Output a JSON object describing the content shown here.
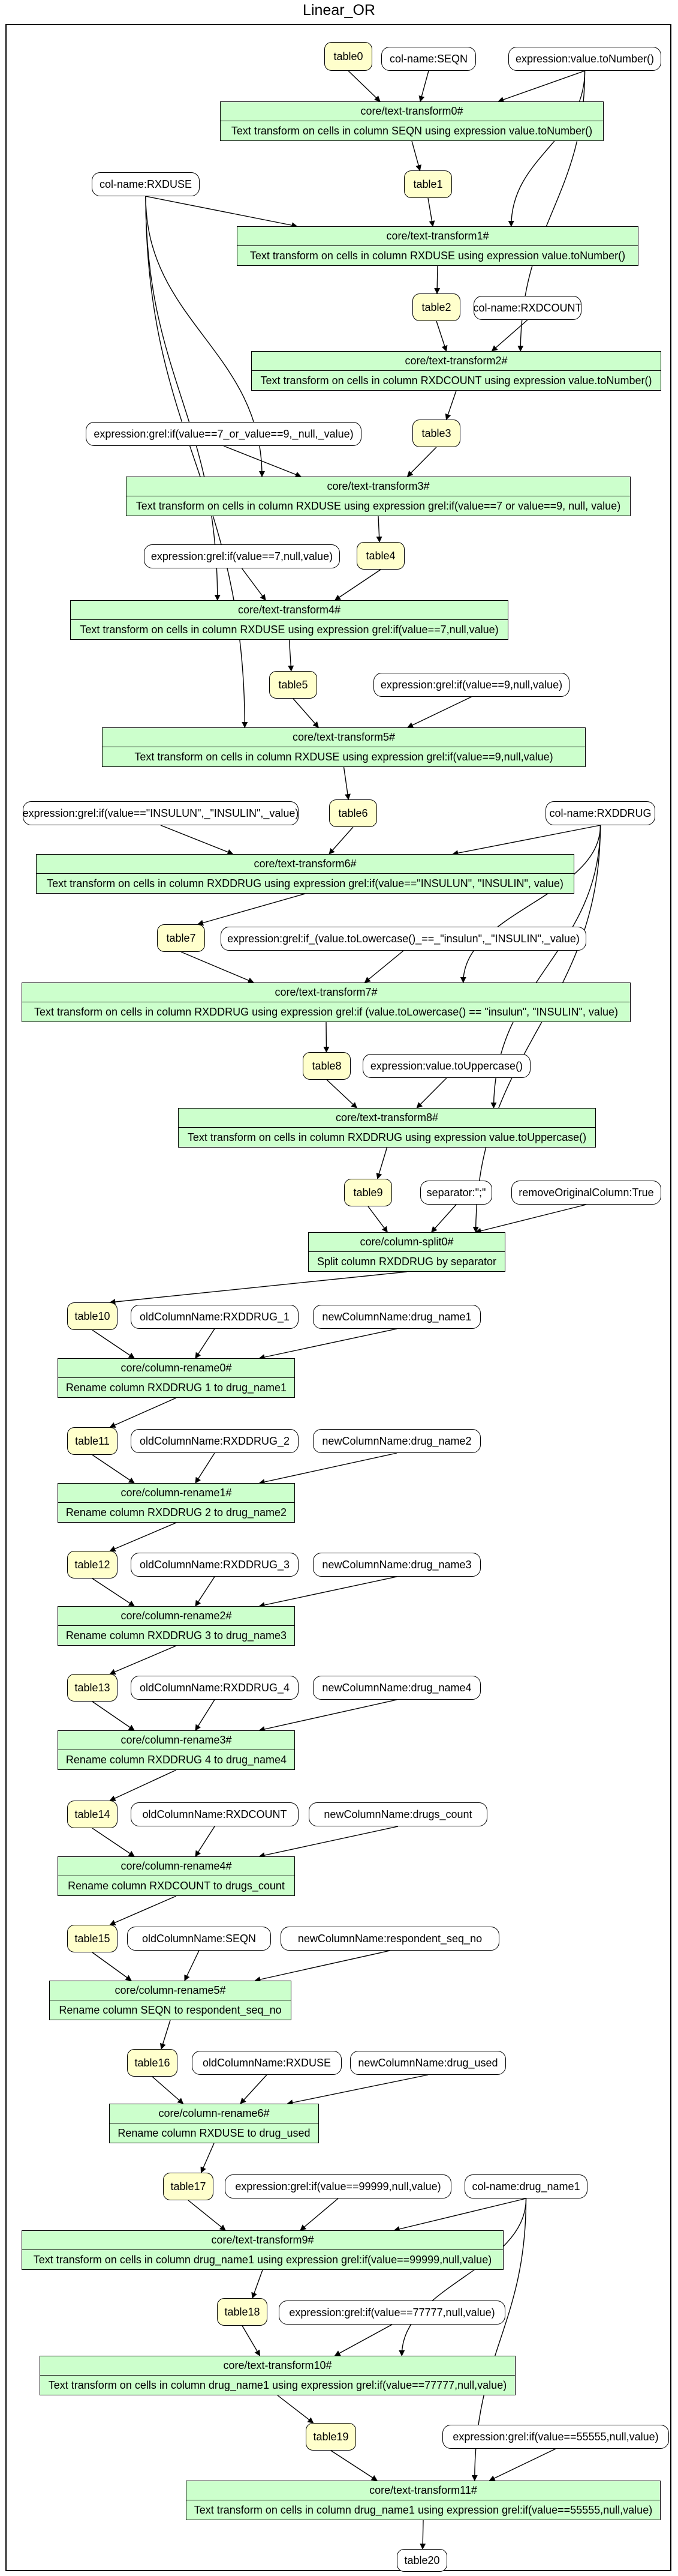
{
  "title": "Linear_OR",
  "tables": {
    "t0": "table0",
    "t1": "table1",
    "t2": "table2",
    "t3": "table3",
    "t4": "table4",
    "t5": "table5",
    "t6": "table6",
    "t7": "table7",
    "t8": "table8",
    "t9": "table9",
    "t10": "table10",
    "t11": "table11",
    "t12": "table12",
    "t13": "table13",
    "t14": "table14",
    "t15": "table15",
    "t16": "table16",
    "t17": "table17",
    "t18": "table18",
    "t19": "table19",
    "t20": "table20"
  },
  "params": {
    "col_seqn": "col-name:SEQN",
    "expr_tonumber": "expression:value.toNumber()",
    "col_rxduse": "col-name:RXDUSE",
    "col_rxdcount": "col-name:RXDCOUNT",
    "expr_7or9": "expression:grel:if(value==7_or_value==9,_null,_value)",
    "expr_7null": "expression:grel:if(value==7,null,value)",
    "expr_9null": "expression:grel:if(value==9,null,value)",
    "expr_insulun": "expression:grel:if(value==\"INSULUN\",_\"INSULIN\",_value)",
    "col_rxddrug": "col-name:RXDDRUG",
    "expr_lowercase": "expression:grel:if_(value.toLowercase()_==_\"insulun\",_\"INSULIN\",_value)",
    "expr_uppercase": "expression:value.toUppercase()",
    "separator": "separator:\";\"",
    "remove_original": "removeOriginalColumn:True",
    "old_rxddrug_1": "oldColumnName:RXDDRUG_1",
    "new_drug_name1": "newColumnName:drug_name1",
    "old_rxddrug_2": "oldColumnName:RXDDRUG_2",
    "new_drug_name2": "newColumnName:drug_name2",
    "old_rxddrug_3": "oldColumnName:RXDDRUG_3",
    "new_drug_name3": "newColumnName:drug_name3",
    "old_rxddrug_4": "oldColumnName:RXDDRUG_4",
    "new_drug_name4": "newColumnName:drug_name4",
    "old_rxdcount": "oldColumnName:RXDCOUNT",
    "new_drugs_count": "newColumnName:drugs_count",
    "old_seqn": "oldColumnName:SEQN",
    "new_respondent": "newColumnName:respondent_seq_no",
    "old_rxduse": "oldColumnName:RXDUSE",
    "new_drug_used": "newColumnName:drug_used",
    "expr_99999": "expression:grel:if(value==99999,null,value)",
    "col_drug_name1": "col-name:drug_name1",
    "expr_77777": "expression:grel:if(value==77777,null,value)",
    "expr_55555": "expression:grel:if(value==55555,null,value)"
  },
  "ops": {
    "tt0": {
      "name": "core/text-transform0#",
      "desc": "Text transform on cells in column SEQN using expression value.toNumber()"
    },
    "tt1": {
      "name": "core/text-transform1#",
      "desc": "Text transform on cells in column RXDUSE using expression value.toNumber()"
    },
    "tt2": {
      "name": "core/text-transform2#",
      "desc": "Text transform on cells in column RXDCOUNT using expression value.toNumber()"
    },
    "tt3": {
      "name": "core/text-transform3#",
      "desc": "Text transform on cells in column RXDUSE using expression grel:if(value==7 or value==9, null, value)"
    },
    "tt4": {
      "name": "core/text-transform4#",
      "desc": "Text transform on cells in column RXDUSE using expression grel:if(value==7,null,value)"
    },
    "tt5": {
      "name": "core/text-transform5#",
      "desc": "Text transform on cells in column RXDUSE using expression grel:if(value==9,null,value)"
    },
    "tt6": {
      "name": "core/text-transform6#",
      "desc": "Text transform on cells in column RXDDRUG using expression grel:if(value==\"INSULUN\", \"INSULIN\", value)"
    },
    "tt7": {
      "name": "core/text-transform7#",
      "desc": "Text transform on cells in column RXDDRUG using expression grel:if (value.toLowercase() == \"insulun\", \"INSULIN\", value)"
    },
    "tt8": {
      "name": "core/text-transform8#",
      "desc": "Text transform on cells in column RXDDRUG using expression value.toUppercase()"
    },
    "split0": {
      "name": "core/column-split0#",
      "desc": "Split column RXDDRUG by separator"
    },
    "ren0": {
      "name": "core/column-rename0#",
      "desc": "Rename column RXDDRUG 1 to drug_name1"
    },
    "ren1": {
      "name": "core/column-rename1#",
      "desc": "Rename column RXDDRUG 2 to drug_name2"
    },
    "ren2": {
      "name": "core/column-rename2#",
      "desc": "Rename column RXDDRUG 3 to drug_name3"
    },
    "ren3": {
      "name": "core/column-rename3#",
      "desc": "Rename column RXDDRUG 4 to drug_name4"
    },
    "ren4": {
      "name": "core/column-rename4#",
      "desc": "Rename column RXDCOUNT to drugs_count"
    },
    "ren5": {
      "name": "core/column-rename5#",
      "desc": "Rename column SEQN to respondent_seq_no"
    },
    "ren6": {
      "name": "core/column-rename6#",
      "desc": "Rename column RXDUSE to drug_used"
    },
    "tt9": {
      "name": "core/text-transform9#",
      "desc": "Text transform on cells in column drug_name1 using expression grel:if(value==99999,null,value)"
    },
    "tt10": {
      "name": "core/text-transform10#",
      "desc": "Text transform on cells in column drug_name1 using expression grel:if(value==77777,null,value)"
    },
    "tt11": {
      "name": "core/text-transform11#",
      "desc": "Text transform on cells in column drug_name1 using expression grel:if(value==55555,null,value)"
    }
  },
  "edges": [
    [
      "t0",
      "tt0"
    ],
    [
      "col_seqn",
      "tt0"
    ],
    [
      "expr_tonumber",
      "tt0"
    ],
    [
      "tt0",
      "t1"
    ],
    [
      "t1",
      "tt1"
    ],
    [
      "col_rxduse",
      "tt1"
    ],
    [
      "expr_tonumber",
      "tt1"
    ],
    [
      "tt1",
      "t2"
    ],
    [
      "t2",
      "tt2"
    ],
    [
      "col_rxdcount",
      "tt2"
    ],
    [
      "expr_tonumber",
      "tt2"
    ],
    [
      "tt2",
      "t3"
    ],
    [
      "expr_7or9",
      "tt3"
    ],
    [
      "t3",
      "tt3"
    ],
    [
      "col_rxduse",
      "tt3"
    ],
    [
      "tt3",
      "t4"
    ],
    [
      "expr_7null",
      "tt4"
    ],
    [
      "t4",
      "tt4"
    ],
    [
      "col_rxduse",
      "tt4"
    ],
    [
      "tt4",
      "t5"
    ],
    [
      "t5",
      "tt5"
    ],
    [
      "expr_9null",
      "tt5"
    ],
    [
      "col_rxduse",
      "tt5"
    ],
    [
      "tt5",
      "t6"
    ],
    [
      "expr_insulun",
      "tt6"
    ],
    [
      "t6",
      "tt6"
    ],
    [
      "col_rxddrug",
      "tt6"
    ],
    [
      "tt6",
      "t7"
    ],
    [
      "t7",
      "tt7"
    ],
    [
      "expr_lowercase",
      "tt7"
    ],
    [
      "col_rxddrug",
      "tt7"
    ],
    [
      "tt7",
      "t8"
    ],
    [
      "t8",
      "tt8"
    ],
    [
      "expr_uppercase",
      "tt8"
    ],
    [
      "col_rxddrug",
      "tt8"
    ],
    [
      "tt8",
      "t9"
    ],
    [
      "t9",
      "split0"
    ],
    [
      "separator",
      "split0"
    ],
    [
      "remove_original",
      "split0"
    ],
    [
      "col_rxddrug",
      "split0"
    ],
    [
      "split0",
      "t10"
    ],
    [
      "t10",
      "ren0"
    ],
    [
      "old_rxddrug_1",
      "ren0"
    ],
    [
      "new_drug_name1",
      "ren0"
    ],
    [
      "ren0",
      "t11"
    ],
    [
      "t11",
      "ren1"
    ],
    [
      "old_rxddrug_2",
      "ren1"
    ],
    [
      "new_drug_name2",
      "ren1"
    ],
    [
      "ren1",
      "t12"
    ],
    [
      "t12",
      "ren2"
    ],
    [
      "old_rxddrug_3",
      "ren2"
    ],
    [
      "new_drug_name3",
      "ren2"
    ],
    [
      "ren2",
      "t13"
    ],
    [
      "t13",
      "ren3"
    ],
    [
      "old_rxddrug_4",
      "ren3"
    ],
    [
      "new_drug_name4",
      "ren3"
    ],
    [
      "ren3",
      "t14"
    ],
    [
      "t14",
      "ren4"
    ],
    [
      "old_rxdcount",
      "ren4"
    ],
    [
      "new_drugs_count",
      "ren4"
    ],
    [
      "ren4",
      "t15"
    ],
    [
      "t15",
      "ren5"
    ],
    [
      "old_seqn",
      "ren5"
    ],
    [
      "new_respondent",
      "ren5"
    ],
    [
      "ren5",
      "t16"
    ],
    [
      "t16",
      "ren6"
    ],
    [
      "old_rxduse",
      "ren6"
    ],
    [
      "new_drug_used",
      "ren6"
    ],
    [
      "ren6",
      "t17"
    ],
    [
      "t17",
      "tt9"
    ],
    [
      "expr_99999",
      "tt9"
    ],
    [
      "col_drug_name1",
      "tt9"
    ],
    [
      "tt9",
      "t18"
    ],
    [
      "t18",
      "tt10"
    ],
    [
      "expr_77777",
      "tt10"
    ],
    [
      "col_drug_name1",
      "tt10"
    ],
    [
      "tt10",
      "t19"
    ],
    [
      "t19",
      "tt11"
    ],
    [
      "expr_55555",
      "tt11"
    ],
    [
      "col_drug_name1",
      "tt11"
    ],
    [
      "tt11",
      "t20"
    ]
  ]
}
